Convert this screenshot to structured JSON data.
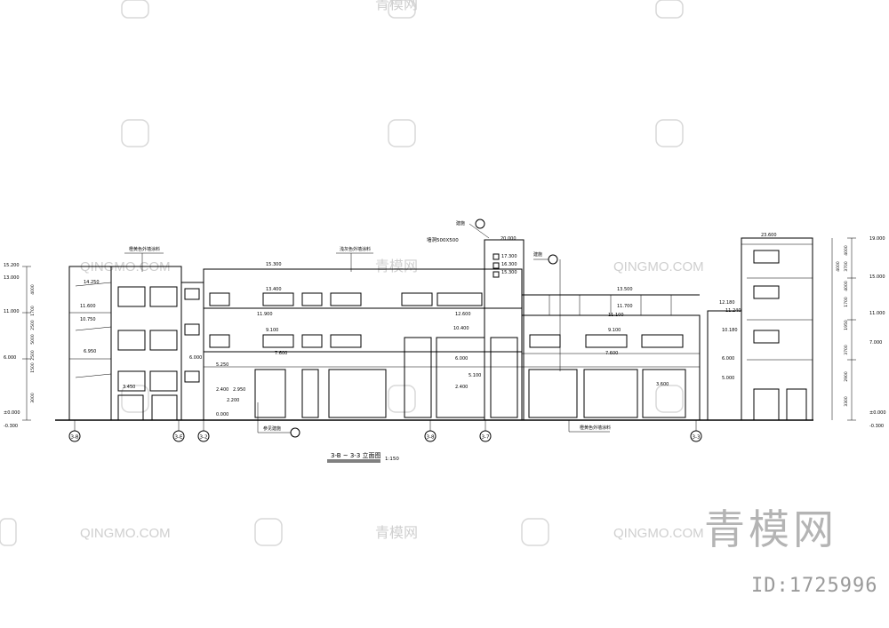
{
  "drawing": {
    "title": "3-B ~ 3-3 立面图",
    "scale": "1:150",
    "axis_labels": [
      "3-B",
      "3-E",
      "3-2",
      "3-8",
      "3-7",
      "3-3"
    ],
    "notes": {
      "left_paint": "橙黄色外墙涂料",
      "center_paint": "浅灰色外墙涂料",
      "bottom_paint": "橙黄色外墙涂料",
      "construction_top": "建施",
      "construction_right": "建施",
      "construction_bottom": "参见建施",
      "vent": "墙洞500X500"
    },
    "elevations": {
      "left_pair": [
        "14.250",
        "11.600",
        "10.750",
        "6.950",
        "3.450"
      ],
      "mid": [
        "15.300",
        "13.400",
        "11.900",
        "9.100",
        "7.600",
        "6.000",
        "5.250",
        "2.400",
        "2.950",
        "2.200",
        "0.000"
      ],
      "tower_tall": [
        "20.000",
        "17.300",
        "16.300",
        "15.300",
        "12.600",
        "10.400",
        "6.000",
        "5.100",
        "2.400"
      ],
      "right_mid": [
        "13.500",
        "11.700",
        "11.100",
        "9.100",
        "7.600",
        "3.600"
      ],
      "right_block": [
        "23.600",
        "12.180",
        "11.240",
        "10.180",
        "6.000",
        "5.000"
      ],
      "left_scale": [
        "15.200",
        "13.000",
        "11.000",
        "6.000",
        "±0.000",
        "-0.300"
      ],
      "right_scale": [
        "19.000",
        "15.000",
        "11.000",
        "7.000",
        "±0.000",
        "-0.300"
      ]
    },
    "dims": {
      "left": [
        "4000",
        "1700",
        "2500",
        "5000",
        "2500",
        "1500",
        "3000"
      ],
      "right": [
        "4000",
        "3700",
        "4000",
        "1700",
        "1950",
        "3700",
        "2900",
        "3300"
      ]
    }
  },
  "watermarks": {
    "text": "QINGMO.COM",
    "cn": "青模网",
    "brand": "青模网",
    "image_id": "ID:1725996"
  }
}
